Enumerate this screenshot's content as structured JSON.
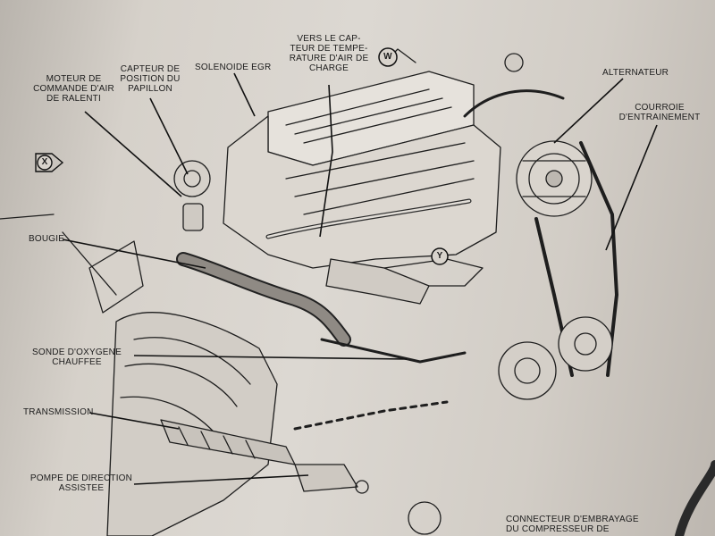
{
  "labels": {
    "moteur": "MOTEUR DE\nCOMMANDE D'AIR\nDE RALENTI",
    "capteur_papillon": "CAPTEUR DE\nPOSITION DU\nPAPILLON",
    "solenoide": "SOLENOIDE EGR",
    "vers_capteur": "VERS LE CAP-\nTEUR DE TEMPE-\nRATURE D'AIR DE\nCHARGE",
    "alternateur": "ALTERNATEUR",
    "courroie": "COURROIE\nD'ENTRAINEMENT",
    "bougie": "BOUGIE",
    "sonde": "SONDE D'OXYGENE\nCHAUFFEE",
    "transmission": "TRANSMISSION",
    "pompe": "POMPE DE DIRECTION\nASSISTEE",
    "connecteur": "CONNECTEUR D'EMBRAYAGE\nDU COMPRESSEUR DE"
  },
  "markers": {
    "w": "W",
    "x": "X",
    "y": "Y"
  },
  "icons": {
    "view_marker": "arrow-marker-icon"
  },
  "colors": {
    "paper": "#d8d3cc",
    "ink": "#1c1c1c"
  }
}
